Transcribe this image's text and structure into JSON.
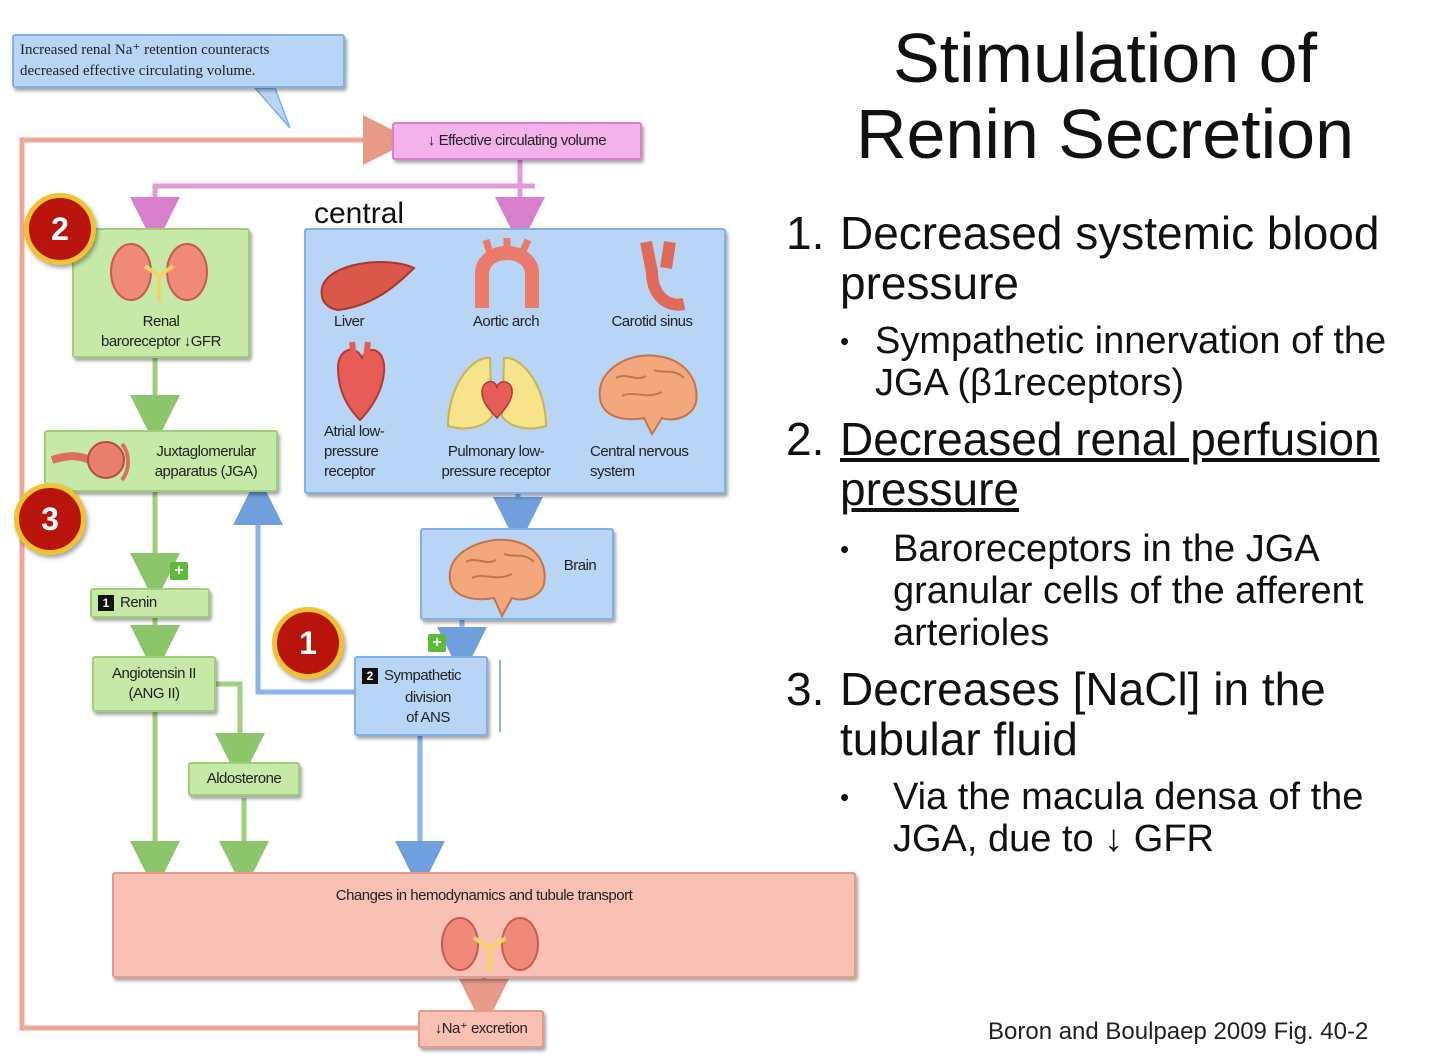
{
  "title": {
    "line1": "Stimulation of",
    "line2": "Renin Secretion"
  },
  "items": [
    {
      "num": "1.",
      "text_l1": "Decreased systemic blood",
      "text_l2": "pressure",
      "bullet_l1": "Sympathetic innervation of the",
      "bullet_l2": "JGA (β1receptors)"
    },
    {
      "num": "2.",
      "text_l1": "Decreased renal perfusion",
      "text_l2": "pressure",
      "bullet_l1": "Baroreceptors in the JGA",
      "bullet_l2": "granular cells of the afferent",
      "bullet_l3": "arterioles"
    },
    {
      "num": "3.",
      "text_l1": "Decreases [NaCl] in the",
      "text_l2": "tubular fluid",
      "bullet_l1": "Via the macula densa of the",
      "bullet_l2": "JGA, due to ↓ GFR"
    }
  ],
  "bullet_symbol": "•",
  "citation": "Boron and Boulpaep 2009  Fig. 40-2",
  "diagram": {
    "callout_l1": "Increased renal Na⁺ retention counteracts",
    "callout_l2": "decreased effective circulating volume.",
    "effective_volume": "↓ Effective circulating volume",
    "central_label": "central",
    "renal_baro_l1": "Renal",
    "renal_baro_l2": "baroreceptor  ↓GFR",
    "liver": "Liver",
    "aortic_arch": "Aortic arch",
    "carotid_sinus": "Carotid sinus",
    "atrial_l1": "Atrial low-",
    "atrial_l2": "pressure",
    "atrial_l3": "receptor",
    "pulmonary_l1": "Pulmonary low-",
    "pulmonary_l2": "pressure receptor",
    "cns_l1": "Central nervous",
    "cns_l2": "system",
    "jga_l1": "Juxtaglomerular",
    "jga_l2": "apparatus (JGA)",
    "brain": "Brain",
    "renin_num": "1",
    "renin": "Renin",
    "symp_num": "2",
    "symp_l1": "Sympathetic",
    "symp_l2": "division",
    "symp_l3": "of ANS",
    "angiotensin_l1": "Angiotensin II",
    "angiotensin_l2": "(ANG II)",
    "aldosterone": "Aldosterone",
    "changes": "Changes in hemodynamics and tubule transport",
    "na_excretion": "↓Na⁺ excretion",
    "plus": "+",
    "badge1": "1",
    "badge2": "2",
    "badge3": "3"
  },
  "colors": {
    "green_box": "#c6e9a8",
    "blue_box": "#b8d5f5",
    "pink_box": "#f4b2ea",
    "salmon_box": "#f8c1b4",
    "badge": "#b8140c",
    "badge_ring": "#f1c232"
  }
}
